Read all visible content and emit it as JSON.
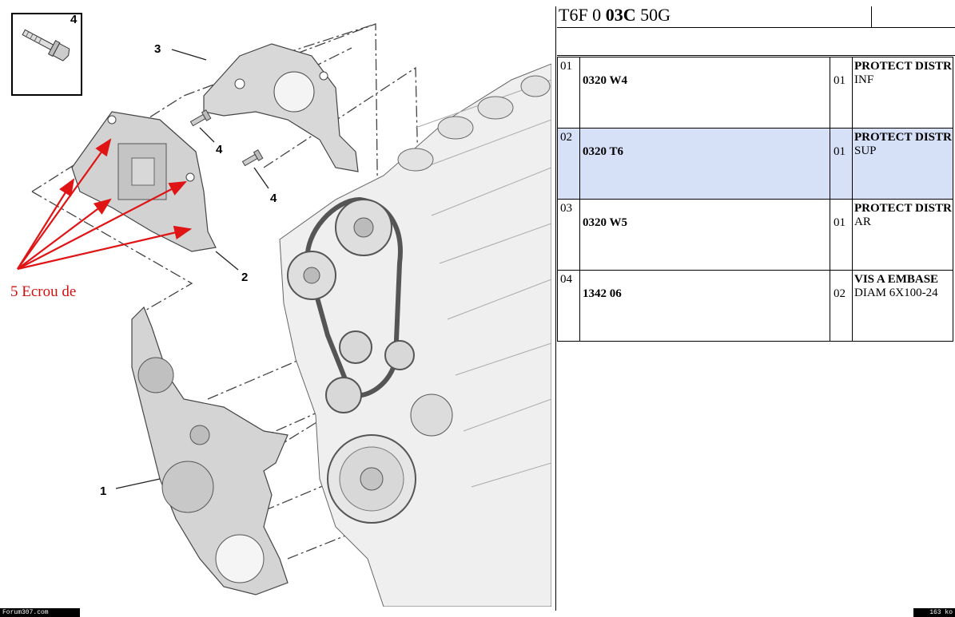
{
  "diagram": {
    "callouts": [
      "4",
      "3",
      "4",
      "4",
      "2",
      "1"
    ],
    "annotation": "5 Ecrou de",
    "colors": {
      "annotation": "#d01010",
      "arrows": "#e01414"
    }
  },
  "header": {
    "ref_part1": "T6F 0 ",
    "ref_part2": "03C",
    "ref_part3": " 50G"
  },
  "parts": [
    {
      "index": "01",
      "ref": "0320 W4",
      "qty": "01",
      "title": "PROTECT DISTR",
      "detail": "INF",
      "selected": false
    },
    {
      "index": "02",
      "ref": "0320 T6",
      "qty": "01",
      "title": "PROTECT DISTR",
      "detail": "SUP",
      "selected": true
    },
    {
      "index": "03",
      "ref": "0320 W5",
      "qty": "01",
      "title": "PROTECT DISTR",
      "detail": "AR",
      "selected": false
    },
    {
      "index": "04",
      "ref": "1342 06",
      "qty": "02",
      "title": "VIS A EMBASE",
      "detail": "DIAM 6X100-24",
      "selected": false
    }
  ],
  "footer": {
    "left": "Forum307.com",
    "right": "163 ko"
  },
  "theme": {
    "selected_row": "#d6e0f7",
    "line": "#000000"
  }
}
